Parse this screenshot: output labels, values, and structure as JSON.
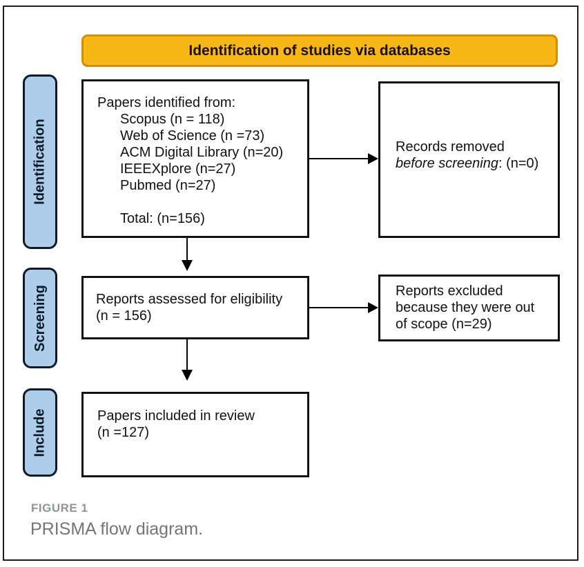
{
  "figure": {
    "header": {
      "title": "Identification of studies via databases"
    },
    "stages": [
      {
        "label": "Identification"
      },
      {
        "label": "Screening"
      },
      {
        "label": "Include"
      }
    ],
    "boxes": {
      "identified": {
        "intro": "Papers identified from:",
        "sources": [
          "Scopus (n = 118)",
          "Web of Science (n =73)",
          "ACM Digital Library (n=20)",
          "IEEEXplore (n=27)",
          "Pubmed (n=27)"
        ],
        "total": "Total: (n=156)"
      },
      "removed": {
        "line1": "Records removed",
        "line2_italic": "before screening",
        "line2_rest": ": (n=0)"
      },
      "assessed": {
        "line1": "Reports assessed for eligibility",
        "line2": "(n = 156)"
      },
      "excluded": {
        "text": "Reports excluded because they were out of scope (n=29)"
      },
      "included": {
        "line1": "Papers included in review",
        "line2": "(n =127)"
      }
    },
    "caption": {
      "label": "FIGURE 1",
      "title": "PRISMA flow diagram."
    },
    "colors": {
      "banner_fill": "#F8B716",
      "banner_border": "#D28E00",
      "banner_text": "#181004",
      "stage_fill": "#AECDEA",
      "stage_border": "#0C1A26",
      "box_border": "#101010",
      "arrow": "#000000",
      "caption_label": "#8B959C",
      "caption_title": "#70767B"
    }
  }
}
